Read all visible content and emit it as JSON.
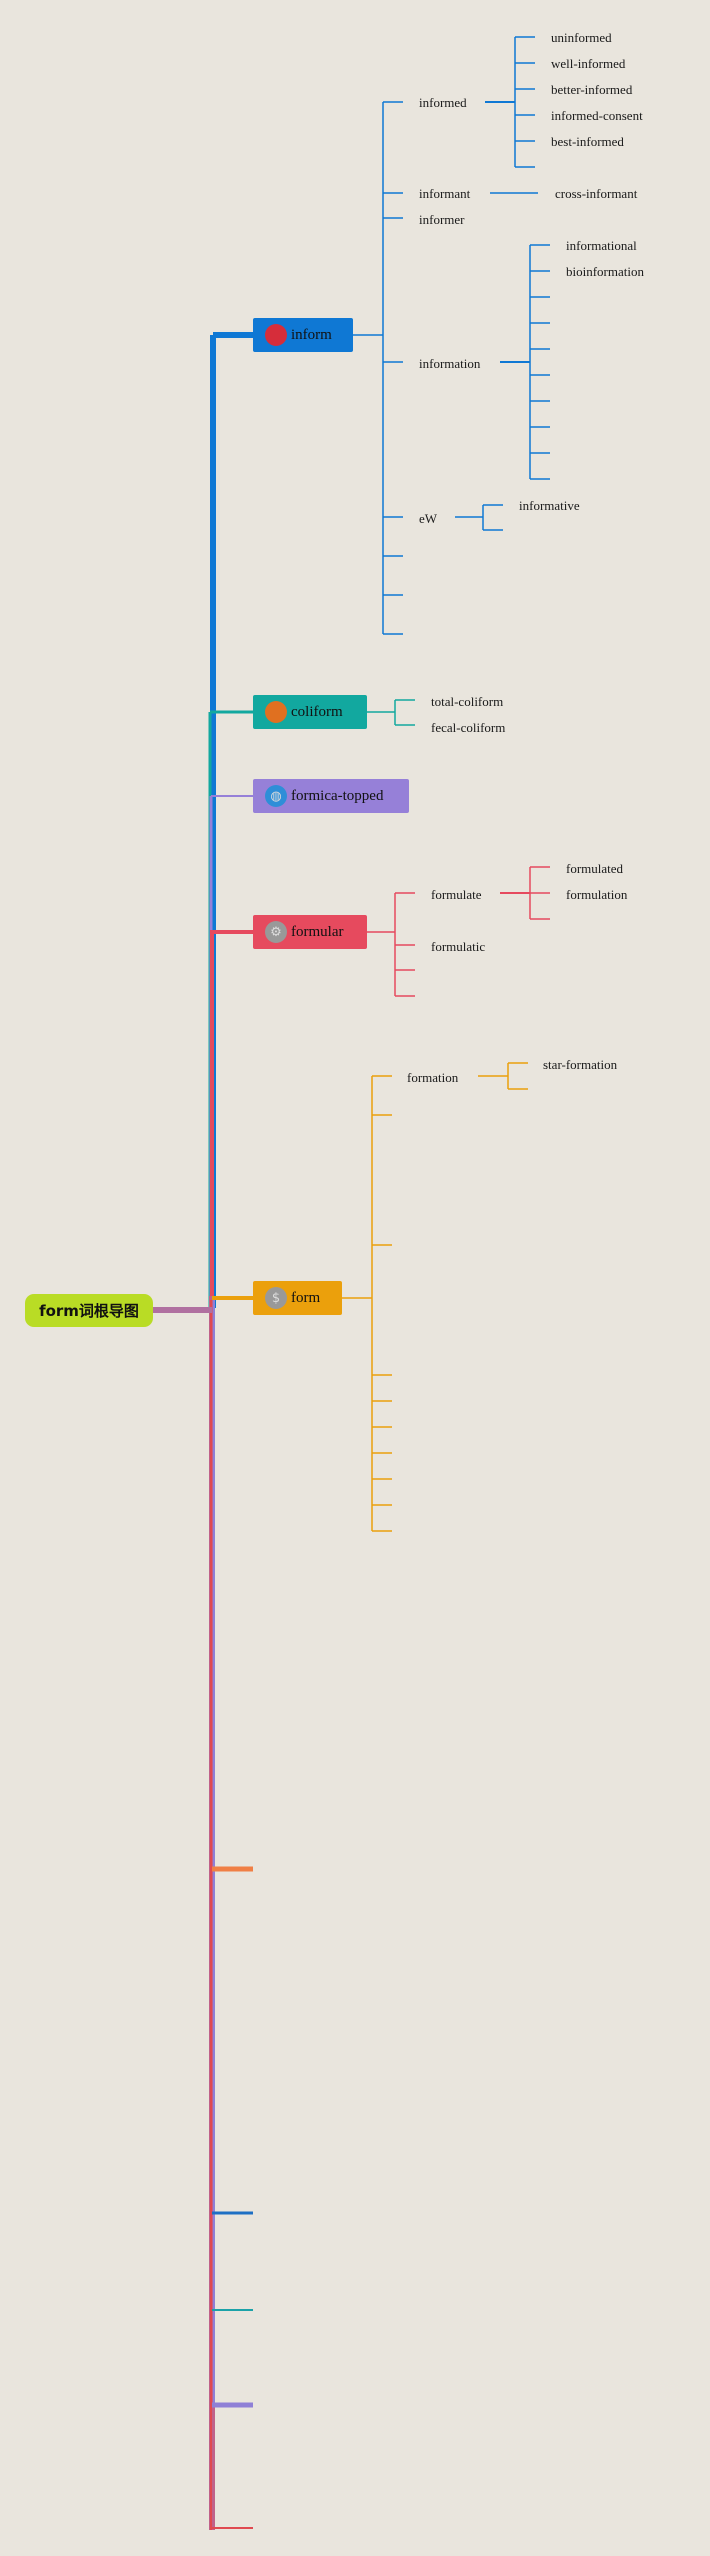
{
  "root": {
    "label": "form词根导图"
  },
  "colors": {
    "inform": "#0f78d4",
    "coliform": "#12a89f",
    "formica": "#9680d8",
    "formular": "#e64a5e",
    "form": "#eba00c",
    "spine": "#c0628a",
    "orange": "#f07f45",
    "blue": "#1d6fc4",
    "teal": "#1ba2a8",
    "purple": "#8f80d6",
    "red": "#e04a50"
  },
  "branches": {
    "inform": {
      "label": "inform",
      "icon": "red-circle-icon",
      "children": {
        "informed": {
          "label": "informed",
          "items": [
            "uninformed",
            "well-informed",
            "better-informed",
            "informed-consent",
            "best-informed"
          ]
        },
        "informant": {
          "label": "informant",
          "items": [
            "cross-informant"
          ]
        },
        "informer": {
          "label": "informer"
        },
        "information": {
          "label": "information",
          "items": [
            "informational",
            "bioinformation"
          ]
        },
        "ew": {
          "label": "eW",
          "items": [
            "informative"
          ]
        }
      }
    },
    "coliform": {
      "label": "coliform",
      "icon": "orange-circle-icon",
      "items": [
        "total-coliform",
        "fecal-coliform"
      ]
    },
    "formica": {
      "label": "formica-topped",
      "icon": "globe-icon"
    },
    "formular": {
      "label": "formular",
      "icon": "gear-icon",
      "children": {
        "formulate": {
          "label": "formulate",
          "items": [
            "formulated",
            "formulation"
          ]
        },
        "formulatic": {
          "label": "formulatic"
        }
      }
    },
    "form": {
      "label": "form",
      "icon": "dollar-icon",
      "children": {
        "formation": {
          "label": "formation",
          "items": [
            "star-formation"
          ]
        }
      }
    }
  }
}
